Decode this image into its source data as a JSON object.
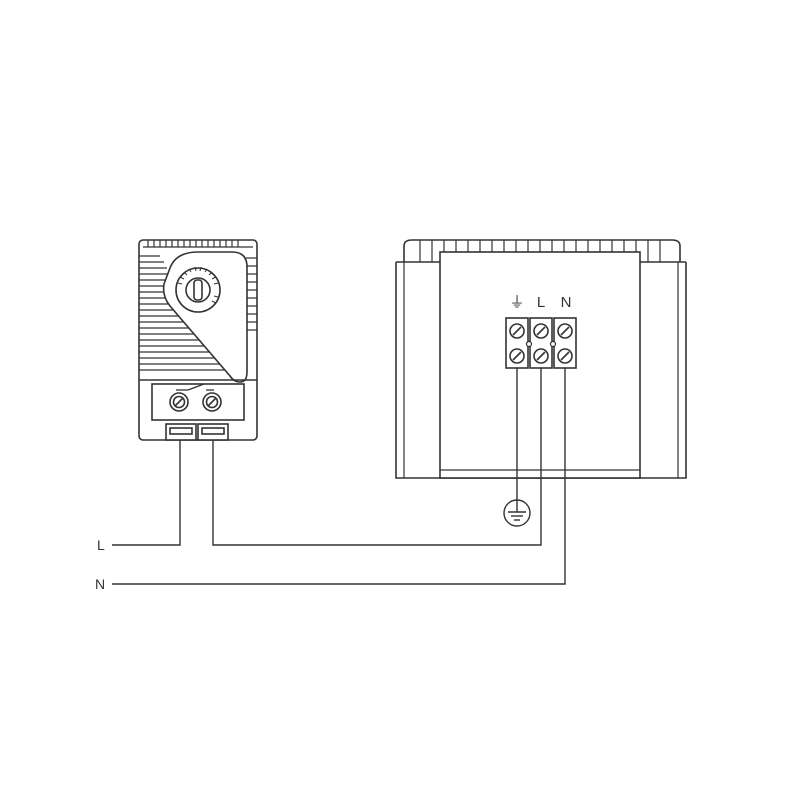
{
  "colors": {
    "line": "#333333",
    "background": "#ffffff"
  },
  "wires": {
    "line_label": "L",
    "neutral_label": "N"
  },
  "heater": {
    "terminal_labels": {
      "earth": "⏚",
      "line": "L",
      "neutral": "N"
    }
  },
  "thermostat": {
    "dial_icon": "rotary-dial-icon",
    "contact_icon": "switch-contact-icon"
  },
  "ground_icon": "earth-ground-icon"
}
